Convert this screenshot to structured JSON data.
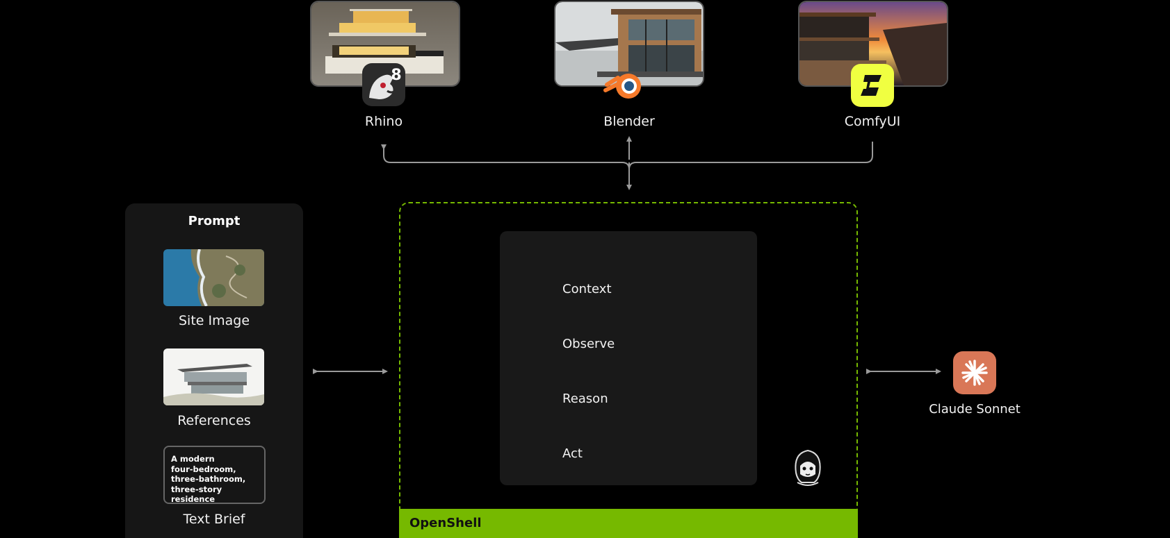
{
  "tools": [
    {
      "label": "Rhino"
    },
    {
      "label": "Blender"
    },
    {
      "label": "ComfyUI"
    }
  ],
  "prompt": {
    "title": "Prompt",
    "items": [
      {
        "label": "Site Image"
      },
      {
        "label": "References"
      },
      {
        "label": "Text Brief"
      }
    ],
    "brief_text": "A modern\nfour-bedroom,\nthree-bathroom,\nthree-story residence"
  },
  "openshell": {
    "label": "OpenShell",
    "steps": [
      "Context",
      "Observe",
      "Reason",
      "Act"
    ]
  },
  "model": {
    "label": "Claude Sonnet"
  },
  "colors": {
    "accent_green": "#76b900",
    "claude_orange": "#d97757",
    "comfy_yellow": "#f0ff41",
    "blender_orange": "#f5792a",
    "connector": "#9a9a9a"
  },
  "icons": [
    "rhino-icon",
    "blender-icon",
    "comfyui-icon",
    "claude-icon",
    "agent-mascot-icon"
  ]
}
